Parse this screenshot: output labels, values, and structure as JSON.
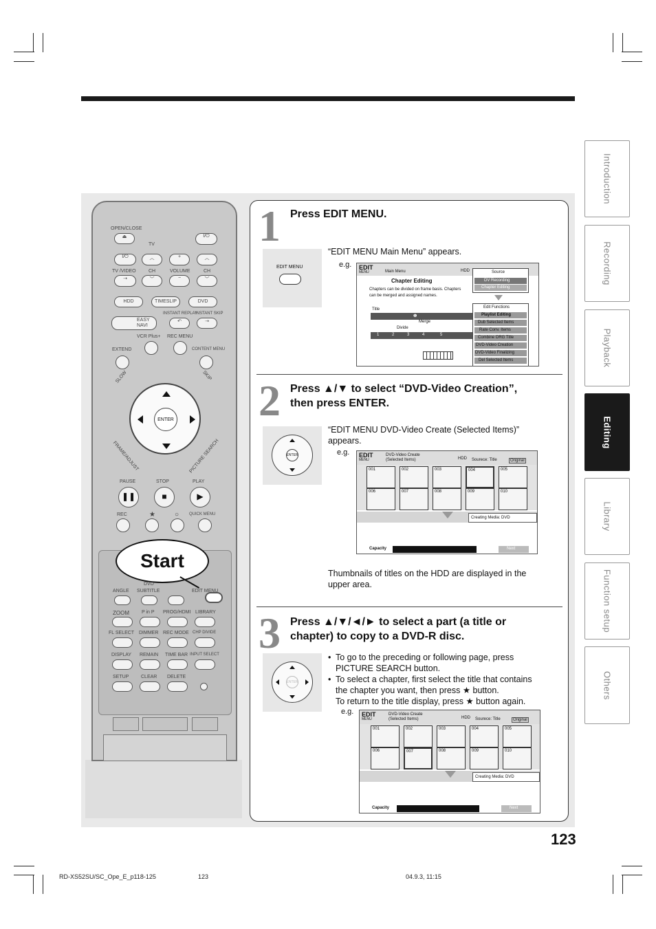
{
  "side_tabs": [
    {
      "label": "Introduction",
      "active": false
    },
    {
      "label": "Recording",
      "active": false
    },
    {
      "label": "Playback",
      "active": false
    },
    {
      "label": "Editing",
      "active": true
    },
    {
      "label": "Library",
      "active": false
    },
    {
      "label": "Function setup",
      "active": false
    },
    {
      "label": "Others",
      "active": false
    }
  ],
  "remote": {
    "labels": {
      "open_close": "OPEN/CLOSE",
      "tv": "TV",
      "tv_video": "TV /VIDEO",
      "ch": "CH",
      "volume": "VOLUME",
      "ch2": "CH",
      "hdd": "HDD",
      "timeslip": "TIMESLIP",
      "dvd": "DVD",
      "instant_replay": "INSTANT REPLAY",
      "instant_skip": "INSTANT SKIP",
      "easy_navi": "EASY NAVI",
      "vcr_plus": "VCR Plus+",
      "rec_menu": "REC MENU",
      "extend": "EXTEND",
      "content_menu": "CONTENT MENU",
      "slow": "SLOW",
      "skip": "SKIP",
      "frame_adjust": "FRAME/ADJUST",
      "picture_search": "PICTURE SEARCH",
      "enter": "ENTER",
      "pause": "PAUSE",
      "stop": "STOP",
      "play": "PLAY",
      "rec": "REC",
      "star": "★",
      "circle": "○",
      "quick_menu": "QUICK MENU",
      "dvd2": "DVD",
      "angle": "ANGLE",
      "subtitle": "SUBTITLE",
      "edit_menu": "EDIT MENU",
      "zoom": "ZOOM",
      "p_in_p": "P in P",
      "prog_hdmi": "PROG/HDMI",
      "library": "LIBRARY",
      "fl_select": "FL SELECT",
      "dimmer": "DIMMER",
      "rec_mode": "REC MODE",
      "chp_divide": "CHP DIVIDE",
      "display": "DISPLAY",
      "remain": "REMAIN",
      "time_bar": "TIME BAR",
      "input_select": "INPUT SELECT",
      "setup": "SETUP",
      "clear": "CLEAR",
      "delete": "DELETE"
    },
    "start_bubble": "Start"
  },
  "steps": [
    {
      "number": "1",
      "title": "Press EDIT MENU.",
      "icon_label": "EDIT MENU",
      "note": "“EDIT MENU Main Menu” appears.",
      "eg": "e.g.",
      "screen": {
        "badge_top": "EDIT",
        "badge_bottom": "MENU",
        "heading": "Main Menu",
        "hdd": "HDD",
        "section_title": "Chapter Editing",
        "description": "Chapters can be divided on frame basis.  Chapters can be merged and assigned names.",
        "title_label": "Title",
        "merge": "Merge",
        "divide": "Divide",
        "chapters": [
          "1",
          "2",
          "3",
          "4",
          "5"
        ],
        "source": "Source",
        "source_items": [
          "DV Recording",
          "Chapter Editing"
        ],
        "edit_functions": "Edit Functions",
        "edit_items": [
          "Playlist Editing",
          "Dub Selected Items",
          "Rate Conv. Items",
          "Combine ORG Title",
          "DVD-Video Creation",
          "DVD-Video Finalizing",
          "Del Selected Items"
        ]
      }
    },
    {
      "number": "2",
      "title_line1": "Press ▲/▼ to select “DVD-Video Creation”,",
      "title_line2": "then press ENTER.",
      "icon_label": "ENTER",
      "note_line1": "“EDIT MENU DVD-Video Create (Selected Items)”",
      "note_line2": "appears.",
      "eg": "e.g.",
      "after_note_line1": "Thumbnails of titles on the HDD are displayed in the",
      "after_note_line2": "upper area.",
      "screen": {
        "badge_top": "EDIT",
        "badge_bottom": "MENU",
        "heading_line1": "DVD-Video Create",
        "heading_line2": "(Selected Items)",
        "hdd": "HDD",
        "source": "Sourece: Title",
        "original": "Original",
        "thumbs": [
          "001",
          "002",
          "003",
          "004",
          "005",
          "006",
          "007",
          "008",
          "009",
          "010"
        ],
        "creating": "Creating Media: DVD",
        "capacity": "Capacity",
        "next": "Next"
      }
    },
    {
      "number": "3",
      "title_line1": "Press ▲/▼/◄/► to select a part (a title or",
      "title_line2": "chapter) to copy to a DVD-R disc.",
      "icon_label": "ENTER",
      "bullets": [
        [
          "To go to the preceding or following page, press",
          "PICTURE SEARCH button."
        ],
        [
          "To select a chapter, first select the title that contains",
          "the chapter you want, then press ★ button.",
          "To return to the title display, press ★ button again."
        ]
      ],
      "eg": "e.g.",
      "screen": {
        "badge_top": "EDIT",
        "badge_bottom": "MENU",
        "heading_line1": "DVD-Video Create",
        "heading_line2": "(Selected Items)",
        "hdd": "HDD",
        "source": "Sourece: Title",
        "original": "Original",
        "thumbs": [
          "001",
          "002",
          "003",
          "004",
          "005",
          "006",
          "007",
          "008",
          "009",
          "010"
        ],
        "creating": "Creating Media: DVD",
        "capacity": "Capacity",
        "next": "Next"
      }
    }
  ],
  "page_number": "123",
  "footer": {
    "file": "RD-XS52SU/SC_Ope_E_p118-125",
    "page": "123",
    "date": "04.9.3, 11:15"
  }
}
